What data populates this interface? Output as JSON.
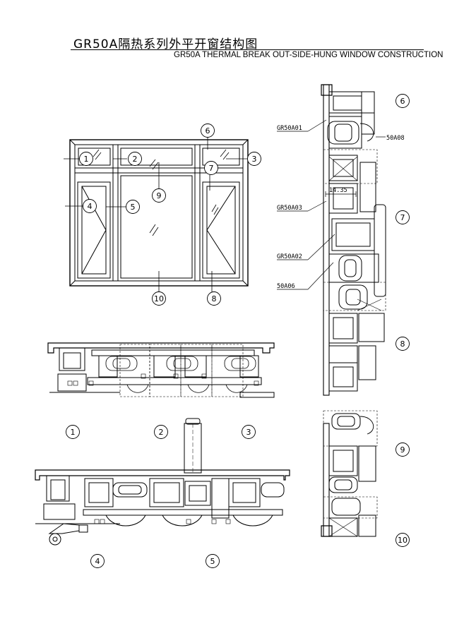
{
  "title": {
    "cn": "GR50A隔热系列外平开窗结构图",
    "en": "GR50A THERMAL BREAK OUT-SIDE-HUNG WINDOW CONSTRUCTION"
  },
  "callouts": [
    "1",
    "2",
    "3",
    "4",
    "5",
    "6",
    "7",
    "8",
    "9",
    "10"
  ],
  "profile_labels": {
    "a01": "GR50A01",
    "a08": "50A08",
    "a03": "GR50A03",
    "a02": "GR50A02",
    "a06": "50A06",
    "dim": "14.35"
  }
}
